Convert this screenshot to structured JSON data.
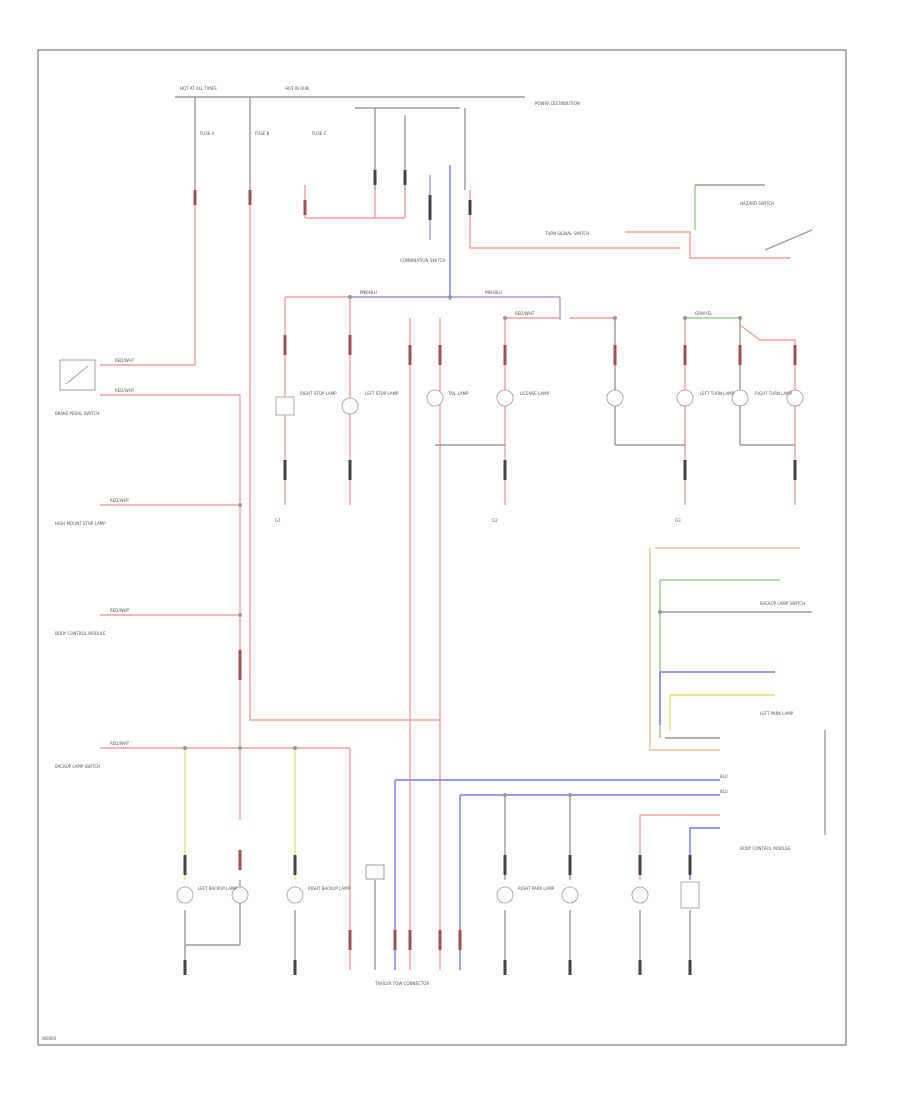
{
  "diagram": {
    "page_code": "W0000",
    "labels": {
      "fuse_a": "FUSE A",
      "fuse_b": "FUSE B",
      "fuse_c": "FUSE C",
      "hot_at_1": "HOT AT ALL TIMES",
      "hot_at_2": "HOT IN RUN",
      "brake_switch": "BRAKE PEDAL SWITCH",
      "high_mount_stop": "HIGH MOUNT STOP LAMP",
      "left_stop": "LEFT STOP LAMP",
      "right_stop": "RIGHT STOP LAMP",
      "tail_lamp": "TAIL LAMP",
      "license_lamp": "LICENSE LAMP",
      "turn_switch": "TURN SIGNAL SWITCH",
      "combination_switch": "COMBINATION SWITCH",
      "hazard_switch": "HAZARD SWITCH",
      "left_turn": "LEFT TURN LAMP",
      "right_turn": "RIGHT TURN LAMP",
      "trailer_conn": "TRAILER TOW CONNECTOR",
      "ground_1": "G1",
      "ground_2": "G2",
      "ground_3": "G3",
      "body_control": "BODY CONTROL MODULE",
      "power_dist": "POWER DISTRIBUTION",
      "left_park": "LEFT PARK LAMP",
      "right_park": "RIGHT PARK LAMP",
      "backup_switch": "BACKUP LAMP SWITCH",
      "left_backup": "LEFT BACKUP LAMP",
      "right_backup": "RIGHT BACKUP LAMP",
      "wire_red": "RED/WHT",
      "wire_pur": "PNK/BLU",
      "wire_blu": "BLU",
      "wire_grn": "GRN/YEL"
    }
  }
}
